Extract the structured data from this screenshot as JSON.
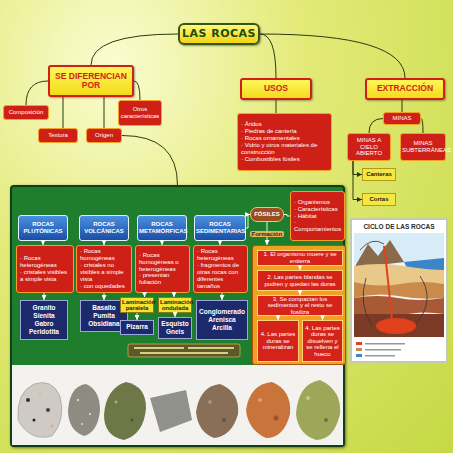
{
  "diagram": {
    "nodes": [
      {
        "text": [
          "LAS ROCAS"
        ]
      },
      {
        "text": [
          "SE DIFERENCIAN POR"
        ]
      },
      {
        "text": [
          "USOS"
        ]
      },
      {
        "text": [
          "EXTRACCIÓN"
        ]
      },
      {
        "text": [
          "Composición"
        ]
      },
      {
        "text": [
          "Otros características"
        ]
      },
      {
        "text": [
          "Textura"
        ]
      },
      {
        "text": [
          "Origen"
        ]
      },
      {
        "text": [
          "· Áridos",
          "· Piedras de cantería",
          "· Rocas ornamentales",
          "· Vidrio y otros materiales de construcción",
          "· Combustibles fósiles"
        ]
      },
      {
        "text": [
          "MINAS"
        ]
      },
      {
        "text": [
          "MINAS A CIELO ABIERTO"
        ]
      },
      {
        "text": [
          "MINAS SUBTERRÁNEAS"
        ]
      },
      {
        "text": [
          "Canteras"
        ]
      },
      {
        "text": [
          "Cortas"
        ]
      },
      {
        "text": []
      },
      {
        "text": [
          "ROCAS PLUTÓNICAS"
        ],
        "in": 14
      },
      {
        "text": [
          "ROCAS VOLCÁNICAS"
        ],
        "in": 14
      },
      {
        "text": [
          "ROCAS METAMÓRFICAS"
        ],
        "in": 14
      },
      {
        "text": [
          "ROCAS SEDIMENTARIAS"
        ],
        "in": 14
      },
      {
        "text": [
          "FÓSILES"
        ],
        "in": 14
      },
      {
        "text": [
          "· Organismos",
          "· Características",
          "· Hábitat",
          "· Comportamientos"
        ],
        "in": 14
      },
      {
        "text": [
          "· Rocas heterogéneas",
          "· cristales visibles a simple vista"
        ],
        "in": 14
      },
      {
        "text": [
          "· Rocas homogéneas",
          "· cristales no visibles a simple vista",
          "· con oquedades"
        ],
        "in": 14
      },
      {
        "text": [
          "· Rocas homogéneas o heterogéneas",
          "· presentan foliación"
        ],
        "in": 14
      },
      {
        "text": [
          "· Rocas heterogéneas",
          "· fragmentos de otras rocas con diferentes tamaños"
        ],
        "in": 14
      },
      {
        "text": [],
        "in": 14
      },
      {
        "text": [
          "1. El organismo muere y se entierra"
        ],
        "in": 25
      },
      {
        "text": [
          "2. Las partes blandas se pudren y quedan las duras"
        ],
        "in": 25
      },
      {
        "text": [
          "3. Se compactan los sedimentos y el resto se fosiliza"
        ],
        "in": 25
      },
      {
        "text": [
          "4. Las partes duras se mineralizan"
        ],
        "in": 25
      },
      {
        "text": [
          "4. Las partes duras se disuelven y se rellena el hueco"
        ],
        "in": 25
      },
      {
        "text": [
          "Granito",
          "Sienita",
          "Gabro",
          "Peridotita"
        ],
        "in": 14
      },
      {
        "text": [
          "Basalto",
          "Pumita",
          "Obsidiana"
        ],
        "in": 14
      },
      {
        "text": [
          "Laminación paralela"
        ],
        "in": 14
      },
      {
        "text": [
          "Laminación ondulada"
        ],
        "in": 14
      },
      {
        "text": [
          "Pizarra"
        ],
        "in": 14
      },
      {
        "text": [
          "Esquisto",
          "Gneis"
        ],
        "in": 14
      },
      {
        "text": [
          "Conglomerado",
          "Arenisca",
          "Arcilla"
        ],
        "in": 14
      },
      {
        "text": [
          "CICLO DE LAS ROCAS"
        ]
      }
    ],
    "edges": [
      {
        "from": 0,
        "to": 1,
        "arrow": "none"
      },
      {
        "from": 0,
        "to": 2,
        "arrow": "none"
      },
      {
        "from": 0,
        "to": 3,
        "arrow": "none"
      },
      {
        "from": 1,
        "to": 4,
        "arrow": "none"
      },
      {
        "from": 1,
        "to": 5,
        "arrow": "none"
      },
      {
        "from": 1,
        "to": 6,
        "arrow": "none"
      },
      {
        "from": 1,
        "to": 7,
        "arrow": "none"
      },
      {
        "from": 2,
        "to": 8,
        "arrow": "none"
      },
      {
        "from": 3,
        "to": 9,
        "arrow": "none"
      },
      {
        "from": 9,
        "to": 10,
        "arrow": "none"
      },
      {
        "from": 9,
        "to": 11,
        "arrow": "none"
      },
      {
        "from": 10,
        "to": 12,
        "arrow": "to"
      },
      {
        "from": 10,
        "to": 13,
        "arrow": "to"
      },
      {
        "from": 7,
        "to": 14,
        "arrow": "none"
      },
      {
        "from": 15,
        "to": 21,
        "arrow": "to"
      },
      {
        "from": 16,
        "to": 22,
        "arrow": "to"
      },
      {
        "from": 17,
        "to": 23,
        "arrow": "to"
      },
      {
        "from": 18,
        "to": 24,
        "arrow": "to"
      },
      {
        "from": 21,
        "to": 31,
        "arrow": "to"
      },
      {
        "from": 22,
        "to": 32,
        "arrow": "to"
      },
      {
        "from": 23,
        "to": 33,
        "arrow": "to"
      },
      {
        "from": 23,
        "to": 34,
        "arrow": "to"
      },
      {
        "from": 33,
        "to": 35,
        "arrow": "to"
      },
      {
        "from": 34,
        "to": 36,
        "arrow": "to"
      },
      {
        "from": 24,
        "to": 37,
        "arrow": "to"
      },
      {
        "from": 18,
        "to": 19,
        "arrow": "to"
      },
      {
        "from": 19,
        "to": 20,
        "arrow": "none"
      },
      {
        "from": 19,
        "to": 25,
        "label": "Formación",
        "arrow": "to"
      },
      {
        "from": 26,
        "to": 27,
        "arrow": "to"
      },
      {
        "from": 27,
        "to": 28,
        "arrow": "to"
      },
      {
        "from": 28,
        "to": 29,
        "arrow": "to"
      },
      {
        "from": 28,
        "to": 30,
        "arrow": "to"
      }
    ]
  }
}
